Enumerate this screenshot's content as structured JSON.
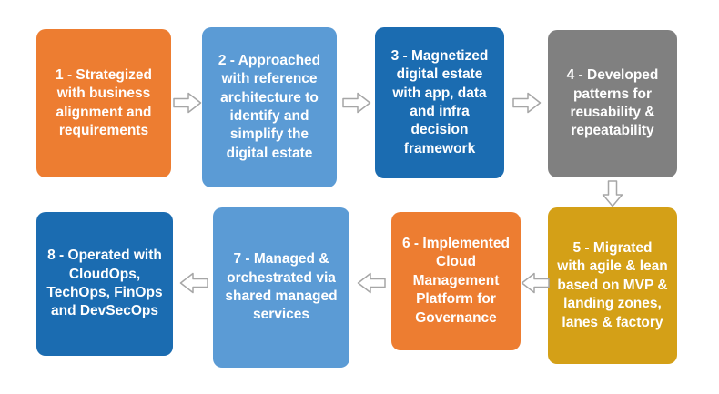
{
  "diagram": {
    "background_color": "#ffffff",
    "arrow_fill_color": "#ffffff",
    "arrow_outline_color": "#a6a6a6",
    "text_color": "#ffffff",
    "steps": [
      {
        "id": 1,
        "label": "1 - Strategized with business alignment and requirements",
        "color": "#ED7D31"
      },
      {
        "id": 2,
        "label": "2 - Approached with reference architecture to identify and simplify the digital estate",
        "color": "#5B9BD5"
      },
      {
        "id": 3,
        "label": "3 - Magnetized digital estate with app, data and infra decision framework",
        "color": "#1B6CB1"
      },
      {
        "id": 4,
        "label": "4 - Developed patterns for reusability & repeatability",
        "color": "#808080"
      },
      {
        "id": 5,
        "label": "5 - Migrated with agile & lean based on MVP & landing zones, lanes & factory",
        "color": "#D4A017"
      },
      {
        "id": 6,
        "label": "6 - Implemented Cloud Management Platform for Governance",
        "color": "#ED7D31"
      },
      {
        "id": 7,
        "label": "7 - Managed & orchestrated via shared managed services",
        "color": "#5B9BD5"
      },
      {
        "id": 8,
        "label": "8 - Operated with CloudOps, TechOps, FinOps and DevSecOps",
        "color": "#1B6CB1"
      }
    ]
  }
}
